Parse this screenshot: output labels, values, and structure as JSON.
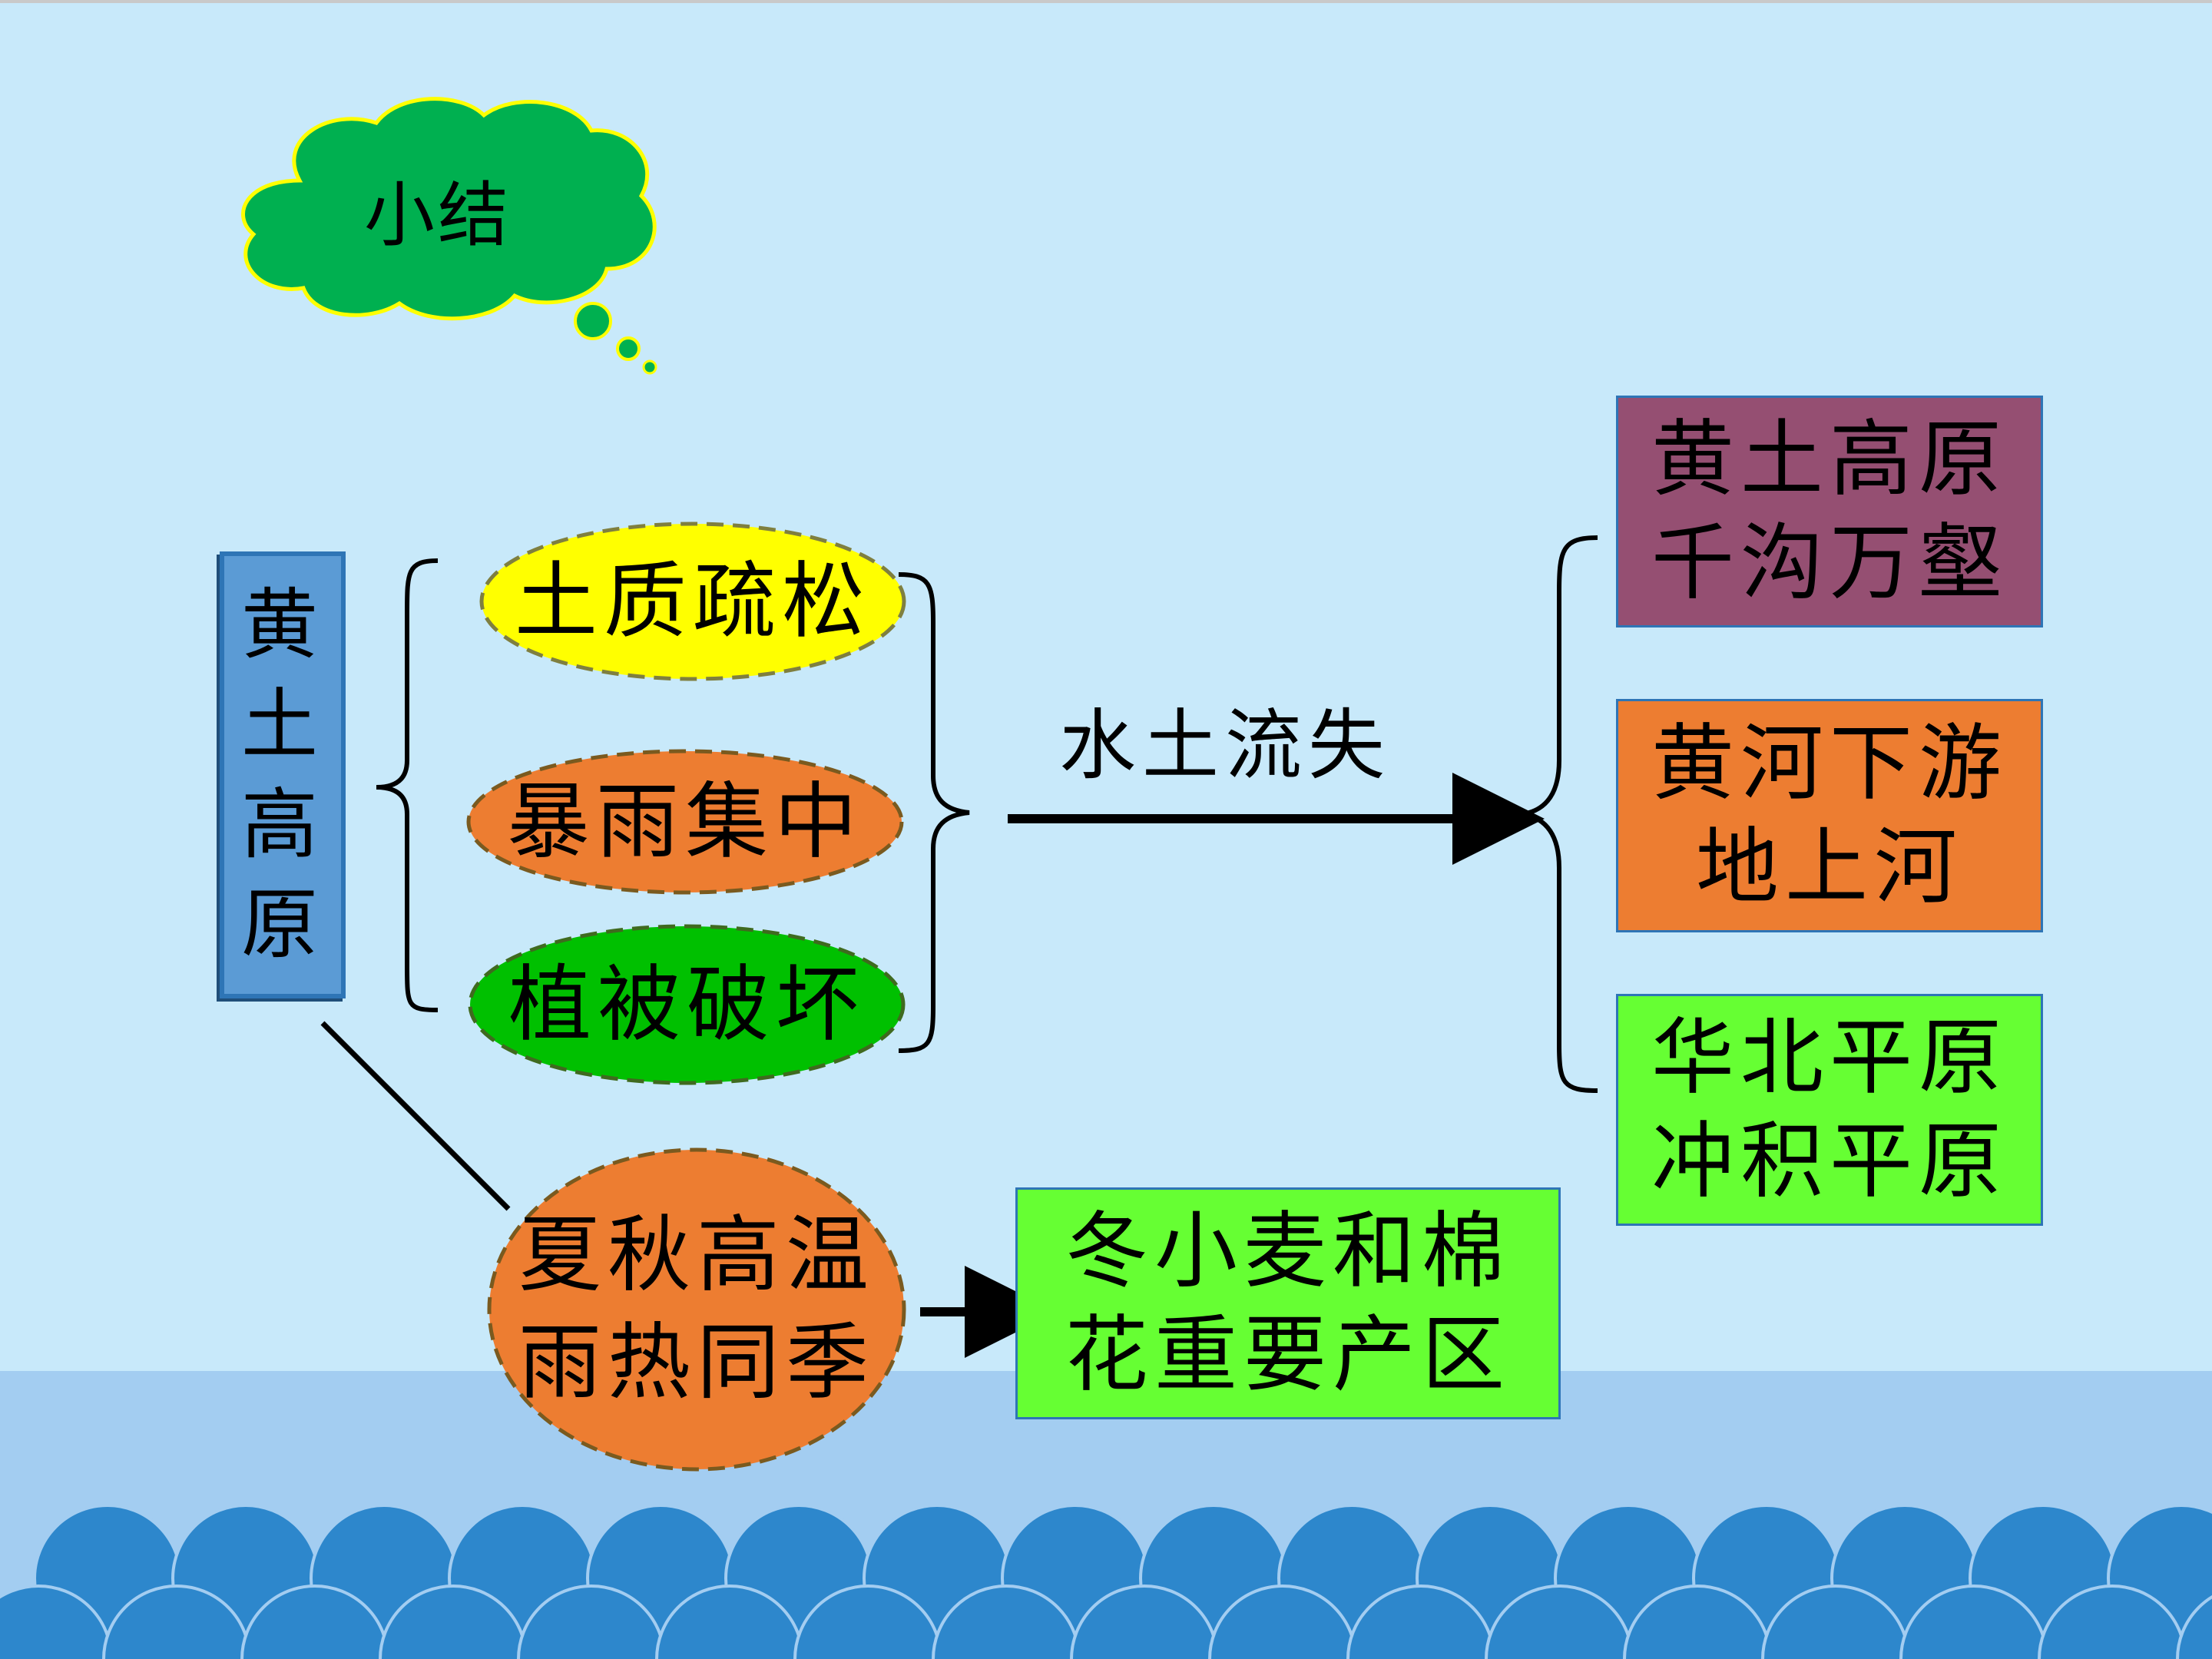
{
  "colors": {
    "background": "#c8e9fa",
    "cloud": "#00b050",
    "cloud_outline": "#ffff00",
    "side_box": "#5b9bd5",
    "yellow": "#ffff00",
    "orange": "#ed7d31",
    "green": "#00c000",
    "purple": "#954f72",
    "lime": "#66ff33",
    "wave": "#2d87cc"
  },
  "summary_bubble": {
    "text": "小结"
  },
  "root": {
    "text": "黄\n土\n高\n原"
  },
  "causes": [
    {
      "text": "土质疏松"
    },
    {
      "text": "暴雨集中"
    },
    {
      "text": "植被破坏"
    }
  ],
  "middle_label": {
    "text": "水土流失"
  },
  "results": [
    {
      "text": "黄土高原\n千沟万壑"
    },
    {
      "text": "黄河下游\n地上河"
    },
    {
      "text": "华北平原\n冲积平原"
    }
  ],
  "climate": {
    "text": "夏秋高温\n雨热同季"
  },
  "product": {
    "text": "冬小麦和棉\n花重要产区"
  }
}
